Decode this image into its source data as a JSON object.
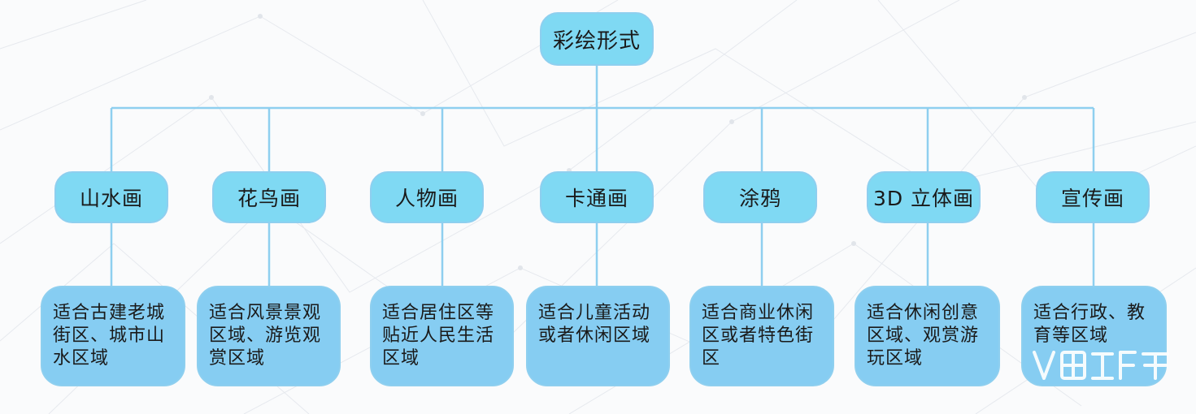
{
  "root": {
    "label": "彩绘形式"
  },
  "categories": [
    {
      "label": "山水画",
      "desc": "适合古建老城街区、城市山水区域"
    },
    {
      "label": "花鸟画",
      "desc": "适合风景景观区域、游览观赏区域"
    },
    {
      "label": "人物画",
      "desc": "适合居住区等贴近人民生活区域"
    },
    {
      "label": "卡通画",
      "desc": "适合儿童活动或者休闲区域"
    },
    {
      "label": "涂鸦",
      "desc": "适合商业休闲区或者特色街区"
    },
    {
      "label": "3D 立体画",
      "desc": "适合休闲创意区域、观赏游玩区域"
    },
    {
      "label": "宣传画",
      "desc": "适合行政、教育等区域"
    }
  ],
  "colors": {
    "pill_fill": "#7fd9f3",
    "box_fill": "#86cdf2",
    "border": "#8ecfef",
    "connector": "#8ecfef"
  }
}
